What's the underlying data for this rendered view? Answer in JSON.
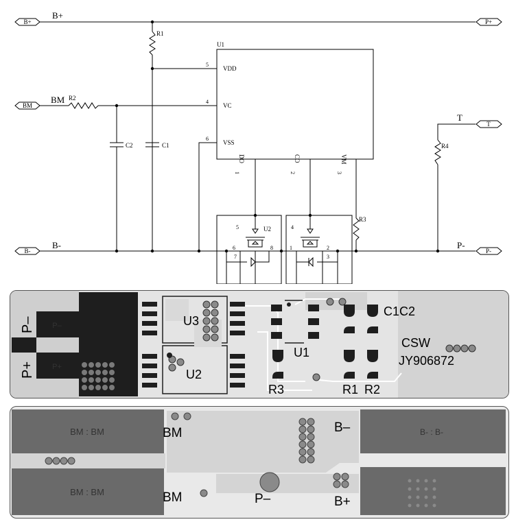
{
  "schematic": {
    "ports": {
      "bplus": "B+",
      "pplus": "P+",
      "bm": "BM",
      "t": "T",
      "bminus": "B-",
      "pminus": "P-"
    },
    "nets": {
      "bplus": "B+",
      "bm": "BM",
      "t": "T",
      "bminus": "B-",
      "pminus": "P-"
    },
    "refs": {
      "u1": "U1",
      "r1": "R1",
      "r2": "R2",
      "r3": "R3",
      "r4": "R4",
      "c1": "C1",
      "c2": "C2",
      "u2": "U2"
    },
    "u1_pins": {
      "vdd": "VDD",
      "vc": "VC",
      "vss": "VSS",
      "do": "DO",
      "co": "CO",
      "vm": "VM"
    },
    "pin_numbers": {
      "p5": "5",
      "p4": "4",
      "p6": "6",
      "p1": "1",
      "p2": "2",
      "p3": "3",
      "m5": "5",
      "m4": "4",
      "m6": "6",
      "m7": "7",
      "m8": "8",
      "m1": "1",
      "m2": "2",
      "m3": "3"
    }
  },
  "pcb_top": {
    "p_minus_big": "P–",
    "p_plus_big": "P+",
    "p_minus_pad": "P–",
    "p_plus_pad": "P+",
    "u3": "U3",
    "u2": "U2",
    "u1": "U1",
    "r3": "R3",
    "r1": "R1",
    "r2": "R2",
    "c1c2": "C1C2",
    "csw": "CSW",
    "model": "JY906872"
  },
  "pcb_bottom": {
    "bm_pad_top": "BM : BM",
    "bm_pad_bottom": "BM : BM",
    "bminus_pad": "B- : B-",
    "bm_label_top": "BM",
    "bm_label_bottom": "BM",
    "bminus_label": "B–",
    "pminus_label": "P–",
    "bplus_label": "B+"
  },
  "colors": {
    "dark_copper": "#1e1e1e",
    "pad_gray": "#6a6a6a",
    "light_copper": "#d0d0d0",
    "via": "#8a8a8a"
  }
}
